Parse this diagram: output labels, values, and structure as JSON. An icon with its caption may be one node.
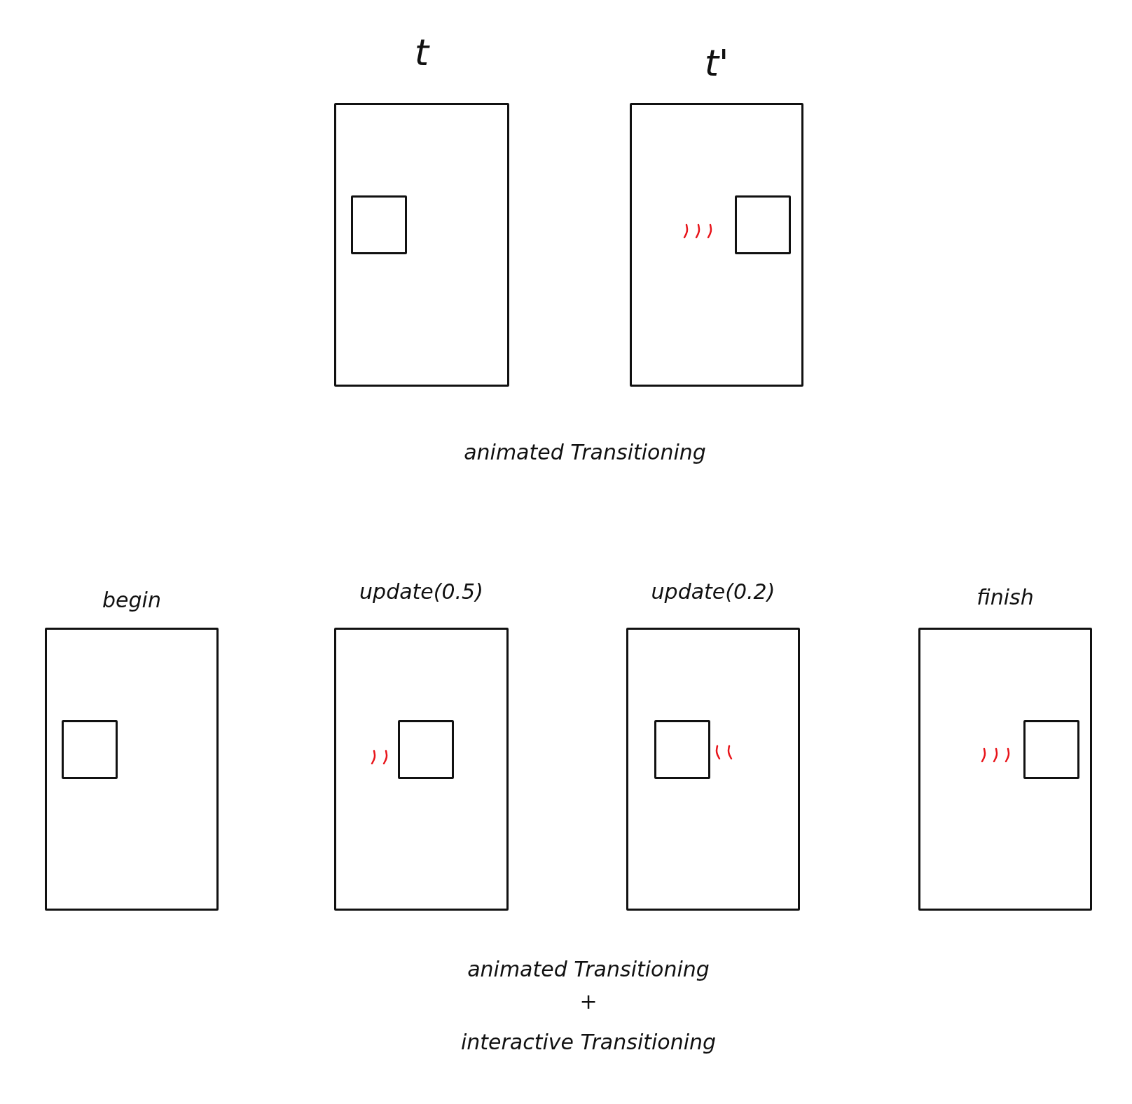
{
  "diagram": {
    "nodes": [
      {
        "text": [
          "t"
        ]
      },
      {
        "text": [],
        "shape": "box",
        "in": 0
      },
      {
        "text": [
          "t'"
        ]
      },
      {
        "text": [],
        "shape": "box",
        "in": 2
      },
      {
        "text": [
          "begin"
        ]
      },
      {
        "text": [],
        "shape": "box",
        "in": 4
      },
      {
        "text": [
          "update(0.5)"
        ]
      },
      {
        "text": [],
        "shape": "box",
        "in": 6
      },
      {
        "text": [
          "update(0.2)"
        ]
      },
      {
        "text": [],
        "shape": "box",
        "in": 8
      },
      {
        "text": [
          "finish"
        ]
      },
      {
        "text": [],
        "shape": "box",
        "in": 10
      }
    ],
    "labels": [
      "animated Transitioning",
      "animated Transitioning",
      "+",
      "interactive Transitioning"
    ]
  }
}
